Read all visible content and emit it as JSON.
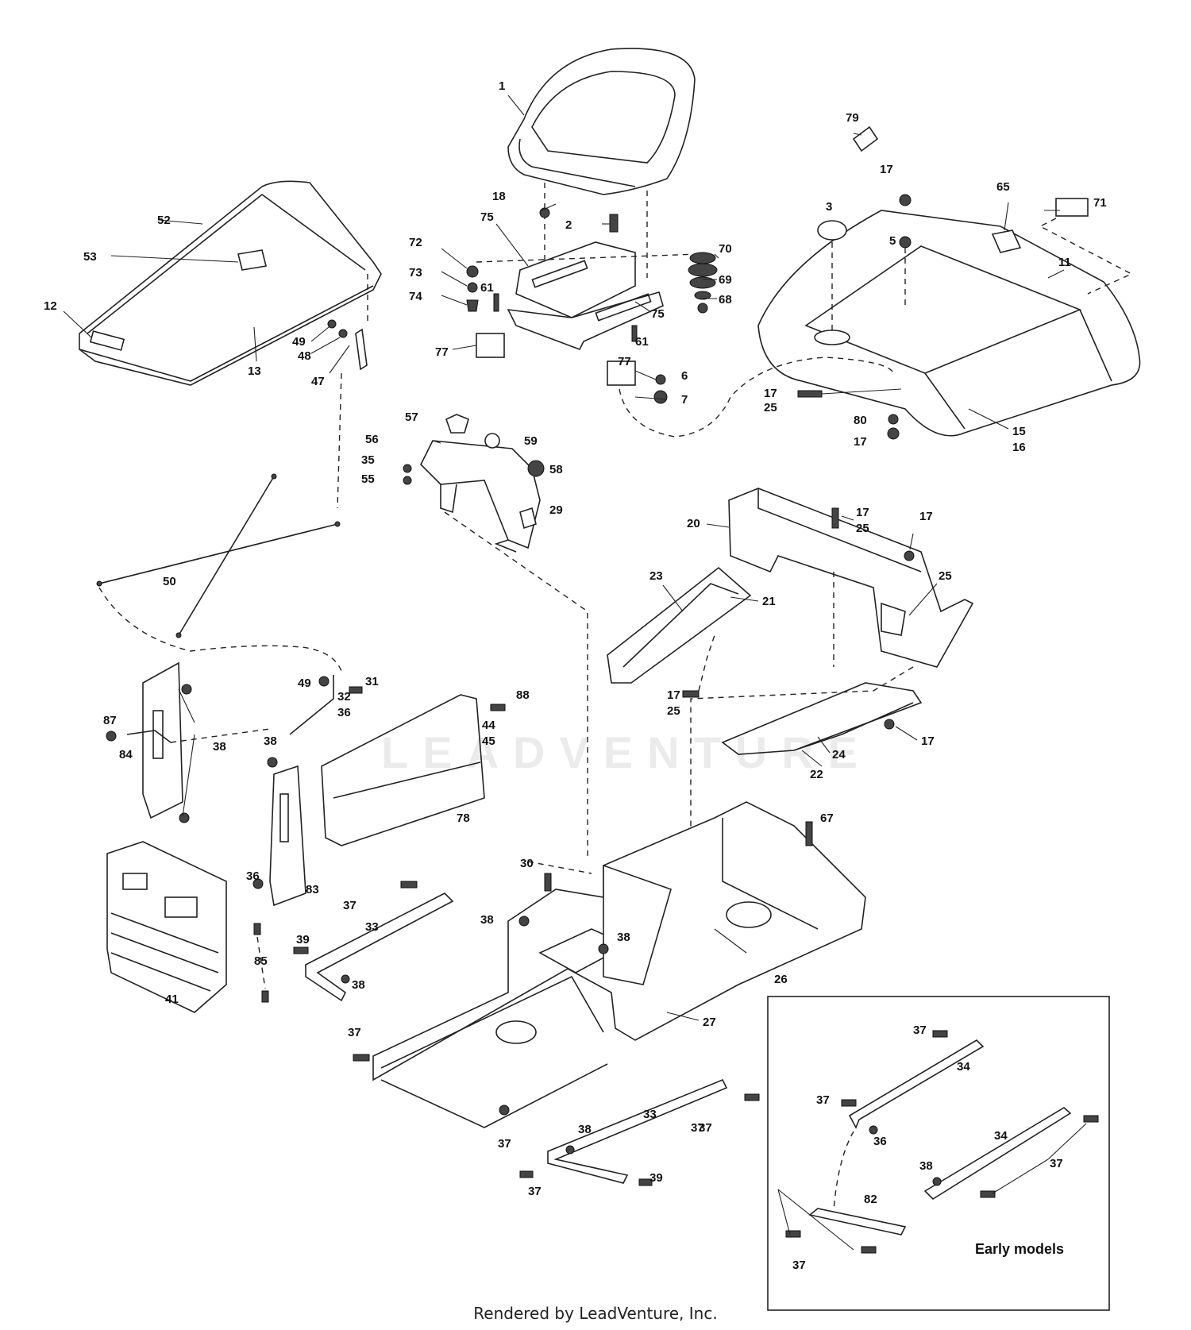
{
  "footer": "Rendered by LeadVenture, Inc.",
  "watermark": "LEADVENTURE",
  "inset_title": "Early models",
  "labels": [
    {
      "id": "l-1",
      "text": "1"
    },
    {
      "id": "l-18",
      "text": "18"
    },
    {
      "id": "l-2",
      "text": "2"
    },
    {
      "id": "l-75a",
      "text": "75"
    },
    {
      "id": "l-72",
      "text": "72"
    },
    {
      "id": "l-73",
      "text": "73"
    },
    {
      "id": "l-74",
      "text": "74"
    },
    {
      "id": "l-61a",
      "text": "61"
    },
    {
      "id": "l-75b",
      "text": "75"
    },
    {
      "id": "l-61b",
      "text": "61"
    },
    {
      "id": "l-77a",
      "text": "77"
    },
    {
      "id": "l-77b",
      "text": "77"
    },
    {
      "id": "l-6",
      "text": "6"
    },
    {
      "id": "l-7",
      "text": "7"
    },
    {
      "id": "l-70",
      "text": "70"
    },
    {
      "id": "l-69",
      "text": "69"
    },
    {
      "id": "l-68",
      "text": "68"
    },
    {
      "id": "l-79",
      "text": "79"
    },
    {
      "id": "l-17a",
      "text": "17"
    },
    {
      "id": "l-65",
      "text": "65"
    },
    {
      "id": "l-71",
      "text": "71"
    },
    {
      "id": "l-3",
      "text": "3"
    },
    {
      "id": "l-5",
      "text": "5"
    },
    {
      "id": "l-11",
      "text": "11"
    },
    {
      "id": "l-17b",
      "text": "17"
    },
    {
      "id": "l-25a",
      "text": "25"
    },
    {
      "id": "l-80",
      "text": "80"
    },
    {
      "id": "l-17c",
      "text": "17"
    },
    {
      "id": "l-15",
      "text": "15"
    },
    {
      "id": "l-16",
      "text": "16"
    },
    {
      "id": "l-52",
      "text": "52"
    },
    {
      "id": "l-53",
      "text": "53"
    },
    {
      "id": "l-12",
      "text": "12"
    },
    {
      "id": "l-13",
      "text": "13"
    },
    {
      "id": "l-49a",
      "text": "49"
    },
    {
      "id": "l-48",
      "text": "48"
    },
    {
      "id": "l-47",
      "text": "47"
    },
    {
      "id": "l-57",
      "text": "57"
    },
    {
      "id": "l-56",
      "text": "56"
    },
    {
      "id": "l-59",
      "text": "59"
    },
    {
      "id": "l-35",
      "text": "35"
    },
    {
      "id": "l-55",
      "text": "55"
    },
    {
      "id": "l-58",
      "text": "58"
    },
    {
      "id": "l-29",
      "text": "29"
    },
    {
      "id": "l-20",
      "text": "20"
    },
    {
      "id": "l-17d",
      "text": "17"
    },
    {
      "id": "l-25b",
      "text": "25"
    },
    {
      "id": "l-17e",
      "text": "17"
    },
    {
      "id": "l-23",
      "text": "23"
    },
    {
      "id": "l-21",
      "text": "21"
    },
    {
      "id": "l-25c",
      "text": "25"
    },
    {
      "id": "l-50",
      "text": "50"
    },
    {
      "id": "l-49b",
      "text": "49"
    },
    {
      "id": "l-31",
      "text": "31"
    },
    {
      "id": "l-32",
      "text": "32"
    },
    {
      "id": "l-36",
      "text": "36"
    },
    {
      "id": "l-17f",
      "text": "17"
    },
    {
      "id": "l-25d",
      "text": "25"
    },
    {
      "id": "l-88",
      "text": "88"
    },
    {
      "id": "l-44",
      "text": "44"
    },
    {
      "id": "l-45",
      "text": "45"
    },
    {
      "id": "l-87",
      "text": "87"
    },
    {
      "id": "l-84",
      "text": "84"
    },
    {
      "id": "l-38a",
      "text": "38"
    },
    {
      "id": "l-38b",
      "text": "38"
    },
    {
      "id": "l-24",
      "text": "24"
    },
    {
      "id": "l-22",
      "text": "22"
    },
    {
      "id": "l-17g",
      "text": "17"
    },
    {
      "id": "l-78",
      "text": "78"
    },
    {
      "id": "l-67",
      "text": "67"
    },
    {
      "id": "l-30",
      "text": "30"
    },
    {
      "id": "l-36b",
      "text": "36"
    },
    {
      "id": "l-83",
      "text": "83"
    },
    {
      "id": "l-37a",
      "text": "37"
    },
    {
      "id": "l-33a",
      "text": "33"
    },
    {
      "id": "l-38c",
      "text": "38"
    },
    {
      "id": "l-38d",
      "text": "38"
    },
    {
      "id": "l-39a",
      "text": "39"
    },
    {
      "id": "l-38e",
      "text": "38"
    },
    {
      "id": "l-65b",
      "text": "85"
    },
    {
      "id": "l-41",
      "text": "41"
    },
    {
      "id": "l-26",
      "text": "26"
    },
    {
      "id": "l-27",
      "text": "27"
    },
    {
      "id": "l-37b",
      "text": "37"
    },
    {
      "id": "l-37c",
      "text": "37"
    },
    {
      "id": "l-37d",
      "text": "37"
    },
    {
      "id": "l-33b",
      "text": "33"
    },
    {
      "id": "l-38f",
      "text": "38"
    },
    {
      "id": "l-37e",
      "text": "37"
    },
    {
      "id": "l-39b",
      "text": "39"
    },
    {
      "id": "l-37f",
      "text": "37"
    },
    {
      "id": "l-37g",
      "text": "37"
    },
    {
      "id": "l-34a",
      "text": "34"
    },
    {
      "id": "l-37h",
      "text": "37"
    },
    {
      "id": "l-36c",
      "text": "36"
    },
    {
      "id": "l-34b",
      "text": "34"
    },
    {
      "id": "l-38g",
      "text": "38"
    },
    {
      "id": "l-37i",
      "text": "37"
    },
    {
      "id": "l-82",
      "text": "82"
    },
    {
      "id": "l-37j",
      "text": "37"
    }
  ]
}
